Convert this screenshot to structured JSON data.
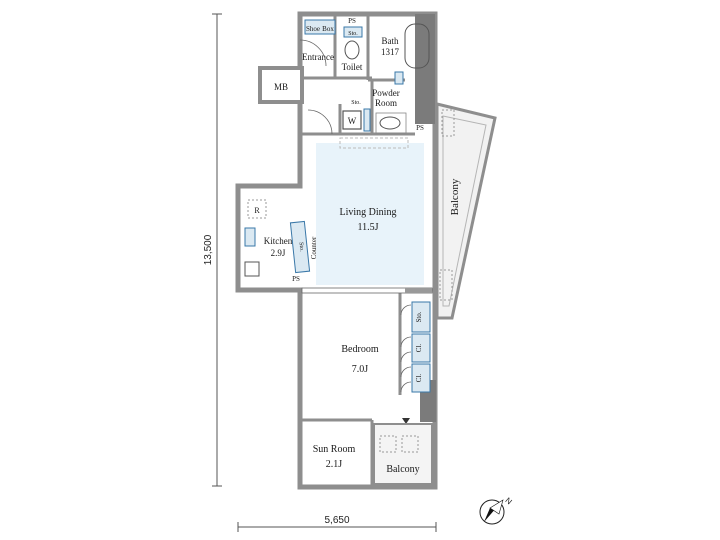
{
  "rooms": {
    "living": {
      "name": "Living Dining",
      "size": "11.5J"
    },
    "kitchen": {
      "name": "Kitchen",
      "size": "2.9J"
    },
    "bedroom": {
      "name": "Bedroom",
      "size": "7.0J"
    },
    "sunroom": {
      "name": "Sun Room",
      "size": "2.1J"
    },
    "bath": {
      "name": "Bath",
      "size": "1317"
    },
    "toilet": "Toilet",
    "entrance": "Entrance",
    "powder": {
      "line1": "Powder",
      "line2": "Room"
    },
    "balcony_side": "Balcony",
    "balcony_bottom": "Balcony"
  },
  "fixtures": {
    "shoe_box_1": "Shoe",
    "shoe_box_2": "Box",
    "sto": "Sto.",
    "ps": "PS",
    "mb": "MB",
    "w": "W",
    "r": "R",
    "counter": "Counter",
    "cl": "Cl."
  },
  "dimensions": {
    "height": "13,500",
    "width": "5,650"
  },
  "compass": "N",
  "colors": {
    "wall": "#8e8e8e",
    "wall_dark": "#6f6f6f",
    "floor_living": "#e8f3fa",
    "storage": "#dbe9f2",
    "storage_border": "#3a78a8",
    "balcony_fill": "#eeeeee"
  }
}
